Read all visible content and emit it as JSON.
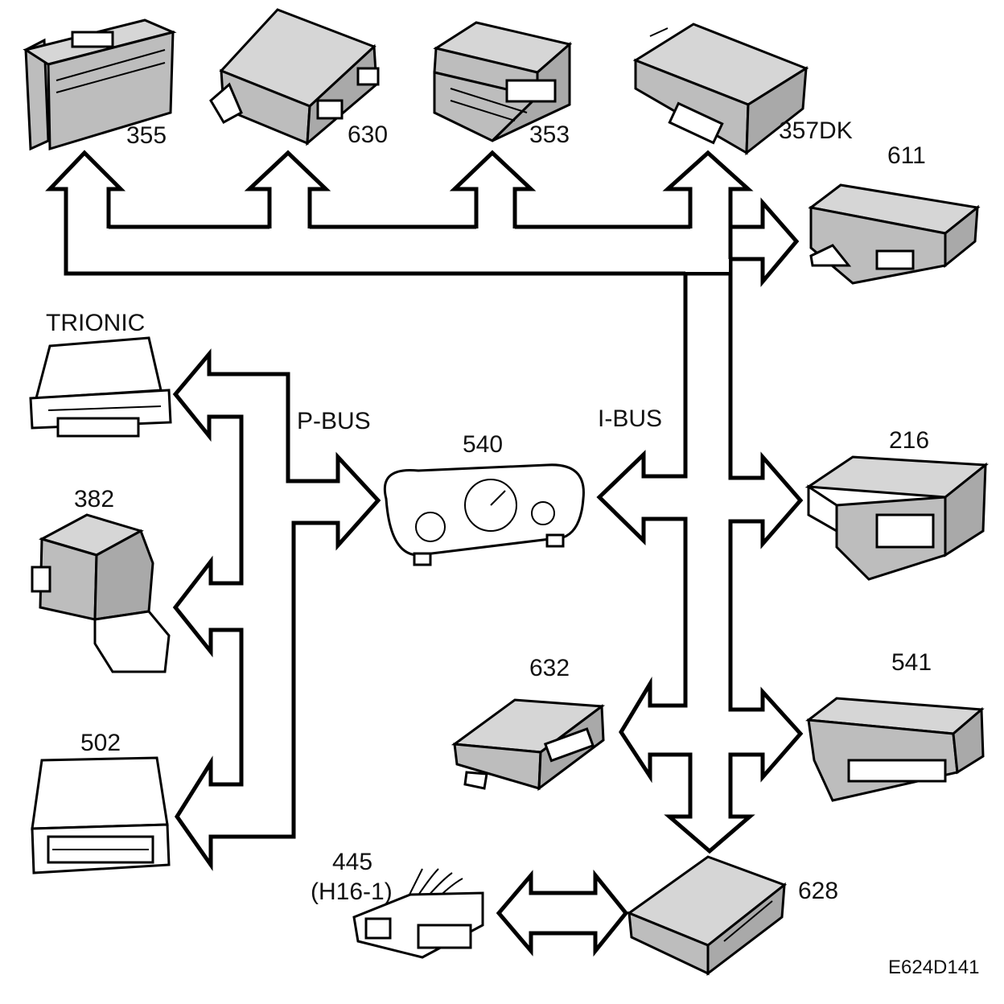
{
  "buses": {
    "p_bus": "P-BUS",
    "i_bus": "I-BUS"
  },
  "modules": {
    "m355": "355",
    "m630": "630",
    "m353": "353",
    "m357dk": "357DK",
    "m611": "611",
    "trionic": "TRIONIC",
    "m382": "382",
    "m502": "502",
    "m540": "540",
    "m216": "216",
    "m541": "541",
    "m632": "632",
    "m445": "445",
    "m445_sub": "(H16-1)",
    "m628": "628"
  },
  "figure_id": "E624D141"
}
